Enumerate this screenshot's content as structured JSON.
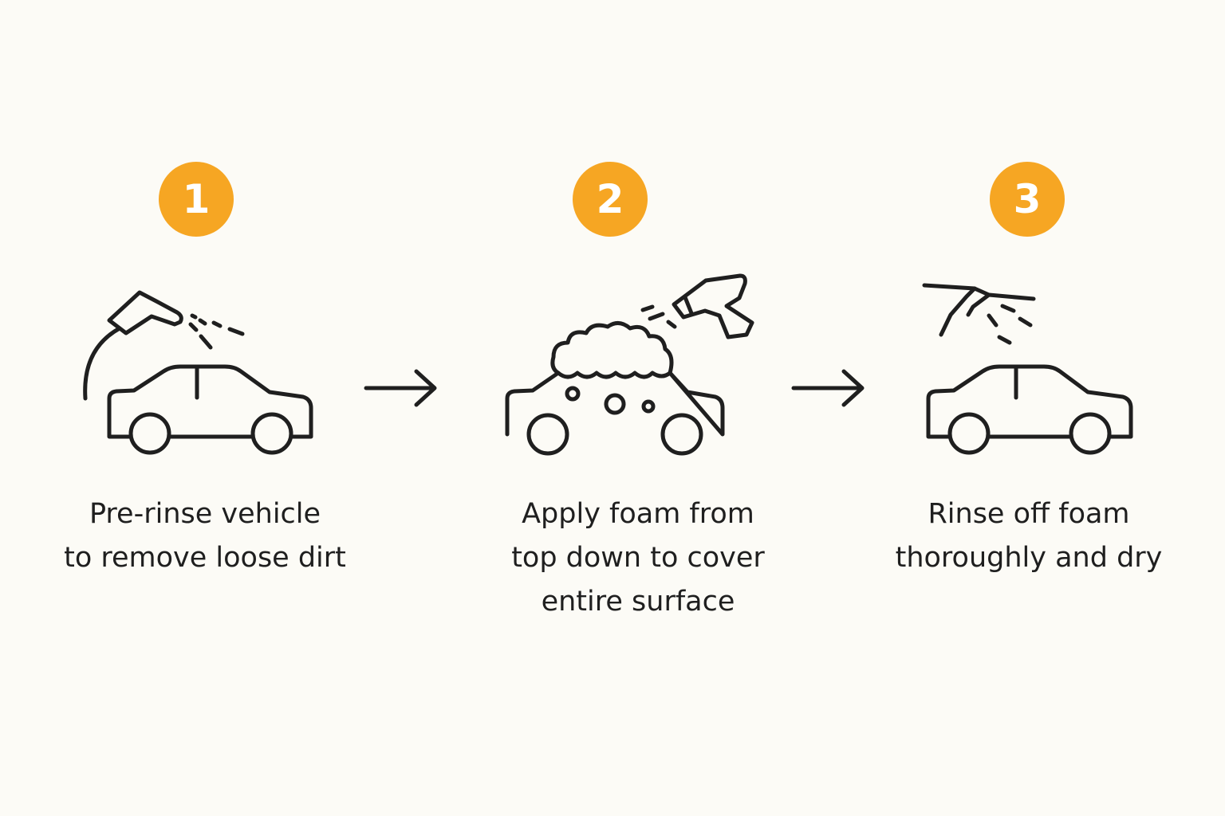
{
  "steps": [
    {
      "number": "1",
      "lines": [
        "Pre-rinse vehicle",
        "to remove loose dirt"
      ],
      "icon": "pressure-washer-car-icon"
    },
    {
      "number": "2",
      "lines": [
        "Apply foam from",
        "top down to cover",
        "entire surface"
      ],
      "icon": "foam-cannon-car-icon"
    },
    {
      "number": "3",
      "lines": [
        "Rinse off foam",
        "thoroughly and dry"
      ],
      "icon": "spray-wand-car-icon"
    }
  ],
  "arrows": [
    "arrow-right-icon",
    "arrow-right-icon"
  ],
  "colors": {
    "background": "#fcfbf6",
    "badge": "#f6a623",
    "badge_text": "#ffffff",
    "line": "#1f1f1f"
  }
}
